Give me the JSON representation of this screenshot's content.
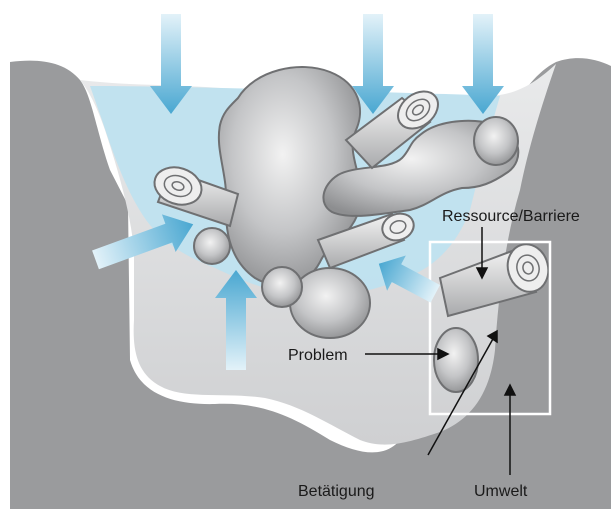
{
  "labels": {
    "resource": "Ressource/Barriere",
    "problem": "Problem",
    "activity": "Betätigung",
    "environment": "Umwelt"
  },
  "colors": {
    "ground": "#9a9b9d",
    "channel": "#d9dadb",
    "water": "#bfe1ef",
    "arrow": "#5fb3d6",
    "rock": "#b8b9bb",
    "wood": "#c9cacc",
    "box": "#ffffff"
  }
}
